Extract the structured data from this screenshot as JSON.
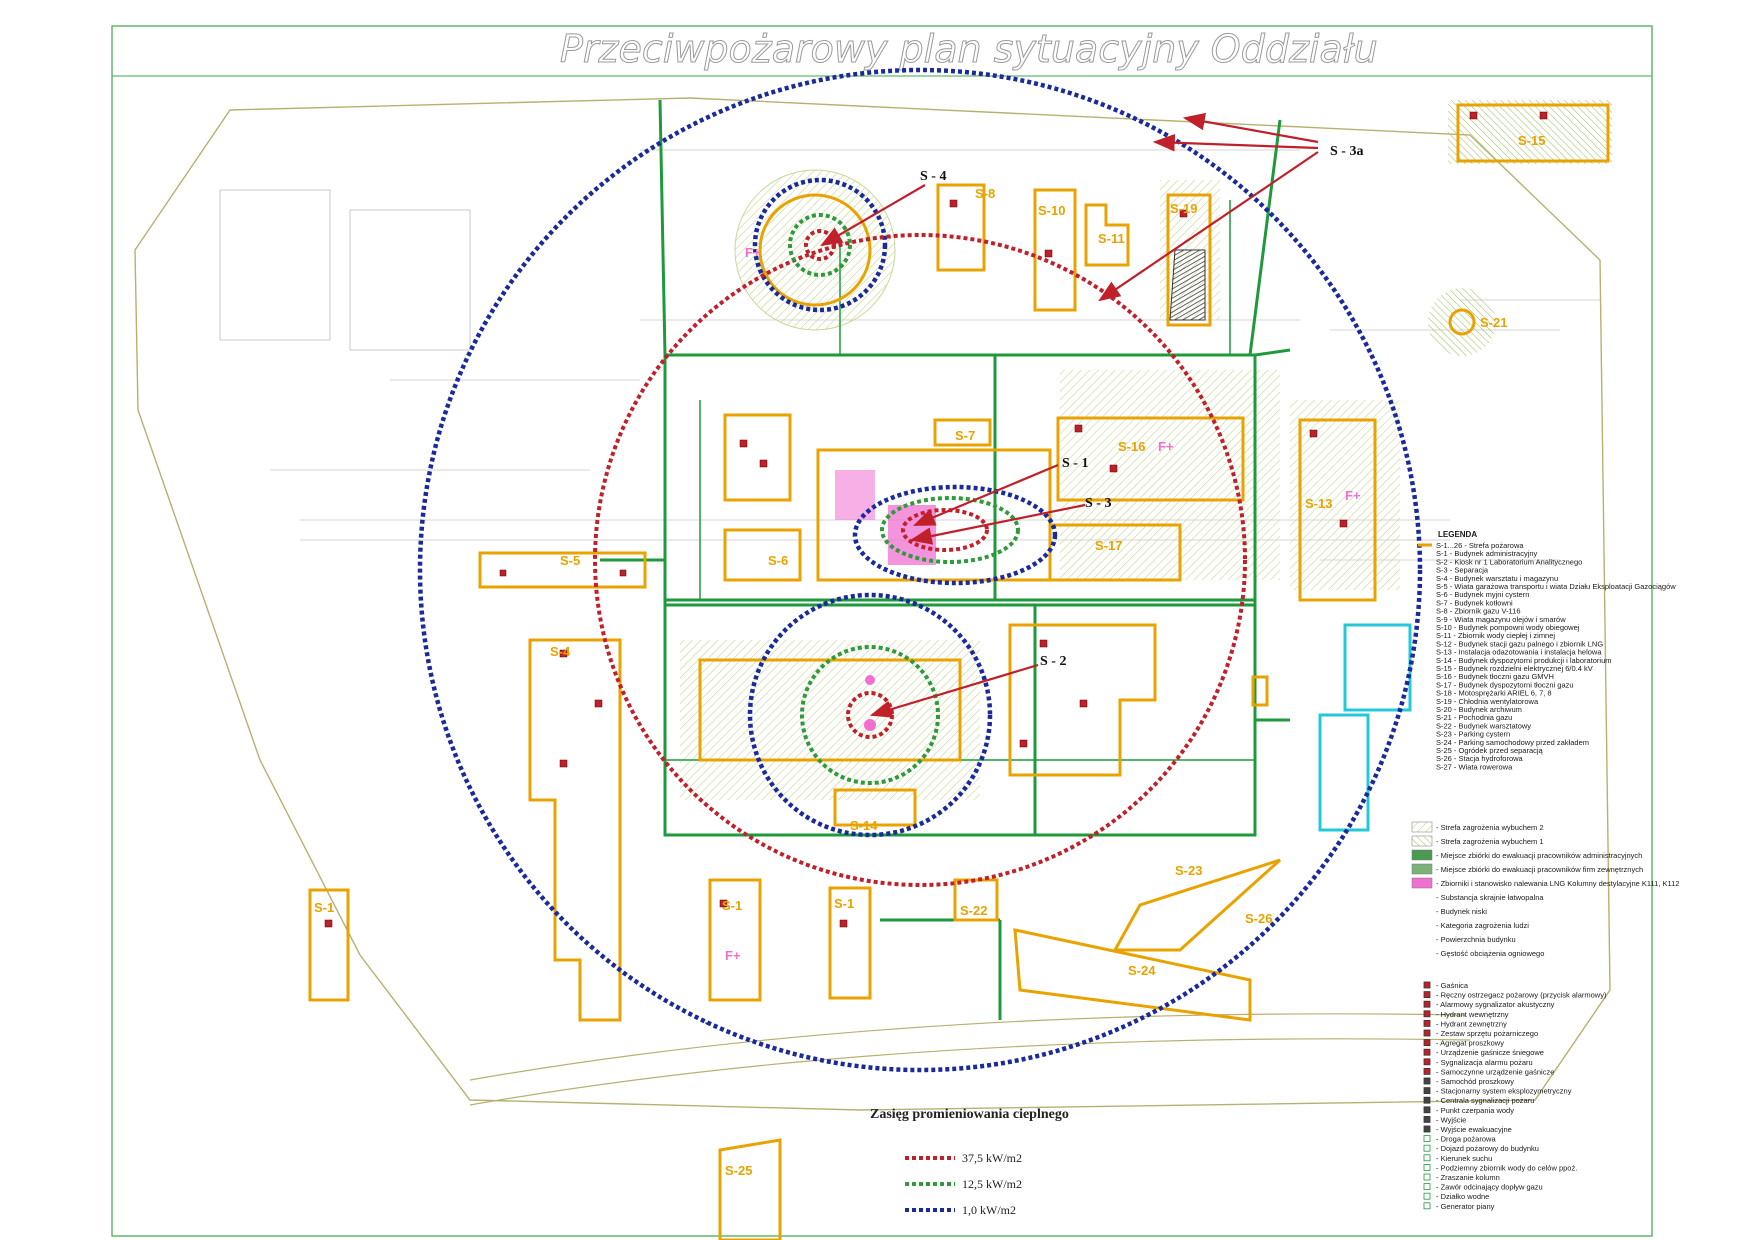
{
  "title": "Przeciwpożarowy plan sytuacyjny Oddziału",
  "markers": [
    {
      "id": "s3a",
      "label": "S - 3a"
    },
    {
      "id": "s4",
      "label": "S - 4"
    },
    {
      "id": "s1",
      "label": "S - 1"
    },
    {
      "id": "s3",
      "label": "S - 3"
    },
    {
      "id": "s2",
      "label": "S - 2"
    }
  ],
  "buildings": {
    "s1a": "S-1",
    "s1b": "S-1",
    "s1c": "S-1",
    "s4": "S-4",
    "s5": "S-5",
    "s6": "S-6",
    "s7": "S-7",
    "s8": "S-8",
    "s10": "S-10",
    "s11": "S-11",
    "s13": "S-13",
    "s15": "S-15",
    "s16": "S-16",
    "s17": "S-17",
    "s19": "S-19",
    "s21": "S-21",
    "s22": "S-22",
    "s23": "S-23",
    "s24": "S-24",
    "s25": "S-25",
    "s26": "S-26",
    "s14": "S-14"
  },
  "substance_mark": "F+",
  "legend": {
    "heading": "LEGENDA",
    "zones": [
      "S-1...26 - Strefa pożarowa",
      "S-1 - Budynek administracyjny",
      "S-2 - Kiosk nr 1 Laboratorium Analitycznego",
      "S-3 - Separacja",
      "S-4 - Budynek warsztatu i magazynu",
      "S-5 - Wiata garażowa transportu i wiata Działu Eksploatacji Gazociągów",
      "S-6 - Budynek myjni cystern",
      "S-7 - Budynek kotłowni",
      "S-8 - Zbiornik gazu V-116",
      "S-9 - Wiata magazynu olejów i smarów",
      "S-10 - Budynek pompowni wody obiegowej",
      "S-11 - Zbiornik wody ciepłej i zimnej",
      "S-12 - Budynek stacji gazu palnego i zbiornik LNG",
      "S-13 - Instalacja odazotowania i instalacja helowa",
      "S-14 - Budynek dyspozytorni produkcji i laboratorium",
      "S-15 - Budynek rozdzielni elektrycznej 6/0.4 kV",
      "S-16 - Budynek tłoczni gazu GMVH",
      "S-17 - Budynek dyspozytorni tłoczni gazu",
      "S-18 - Motosprężarki ARIEL 6, 7, 8",
      "S-19 - Chłodnia wentylatorowa",
      "S-20 - Budynek archiwum",
      "S-21 - Pochodnia gazu",
      "S-22 - Budynek warsztatowy",
      "S-23 - Parking cystern",
      "S-24 - Parking samochodowy przed zakładem",
      "S-25 - Ogródek przed separacją",
      "S-26 - Stacja hydroforowa",
      "S-27 - Wiata rowerowa"
    ],
    "patches": [
      "- Strefa zagrożenia wybuchem 2",
      "- Strefa zagrożenia wybuchem 1",
      "- Miejsce zbiórki do ewakuacji pracowników administracyjnych",
      "- Miejsce zbiórki do ewakuacji pracowników firm zewnętrznych",
      "- Zbiorniki i stanowisko nalewania LNG Kolumny destylacyjne K111, K112",
      "- Substancja skrajnie łatwopalna",
      "- Budynek niski",
      "- Kategoria zagrożenia ludzi",
      "- Powierzchnia budynku",
      "- Gęstość obciążenia ogniowego"
    ],
    "symbols": [
      "- Gaśnica",
      "- Ręczny ostrzegacz pożarowy (przycisk alarmowy)",
      "- Alarmowy sygnalizator akustyczny",
      "- Hydrant wewnętrzny",
      "- Hydrant zewnętrzny",
      "- Zestaw sprzętu pożarniczego",
      "- Agregat proszkowy",
      "- Urządzenie gaśnicze śniegowe",
      "- Sygnalizacja alarmu pożaru",
      "- Samoczynne urządzenie gaśnicze",
      "- Samochód proszkowy",
      "- Stacjonarny system eksplozymetryczny",
      "- Centrala sygnalizacji pożaru",
      "- Punkt czerpania wody",
      "- Wyjście",
      "- Wyjście ewakuacyjne",
      "- Droga pożarowa",
      "- Dojazd pożarowy do budynku",
      "- Kierunek suchu",
      "- Podziemny zbiornik wody do celów ppoż.",
      "- Zraszanie kolumn",
      "- Zawór odcinający dopływ gazu",
      "- Działko wodne",
      "- Generator piany"
    ]
  },
  "heat_radiation": {
    "title": "Zasięg promieniowania cieplnego",
    "levels": [
      {
        "label": "37,5 kW/m2",
        "color": "#c0202a"
      },
      {
        "label": "12,5 kW/m2",
        "color": "#2e9a3a"
      },
      {
        "label": "1,0 kW/m2",
        "color": "#1a2a9a"
      }
    ]
  },
  "colors": {
    "zone_border": "#e8a300",
    "fire_road": "#1e9a3c",
    "arrow": "#c0202a",
    "frame": "#3aa84a",
    "cyan_box": "#24c8d8",
    "lng_pink": "#f070d0"
  }
}
